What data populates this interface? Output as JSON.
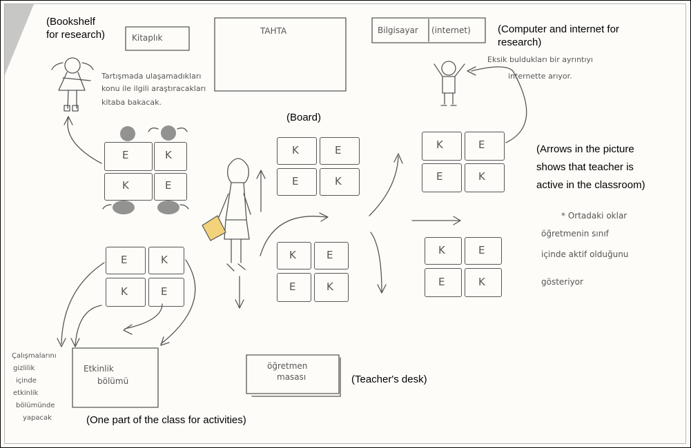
{
  "labels": {
    "bookshelf_hw": "Kitaplık",
    "bookshelf_tr": [
      "(Bookshelf",
      "for research)"
    ],
    "board_hw": "TAHTA",
    "board_tr": "(Board)",
    "computer_hw": [
      "Bilgisayar",
      "(internet)"
    ],
    "computer_tr": [
      "(Computer and internet for",
      "research)"
    ],
    "teacher_desk_hw": [
      "öğretmen",
      "masası"
    ],
    "teacher_desk_tr": "(Teacher's desk)",
    "activities_hw": [
      "Etkinlik",
      "bölümü"
    ],
    "activities_tr": "(One part of the class for activities)",
    "arrows_tr": [
      "(Arrows in the picture",
      "shows that teacher is",
      "active in the classroom)"
    ]
  },
  "notes": {
    "books_hw": [
      "Tartışmada ulaşamadıkları",
      "konu ile ilgili araştıracakları",
      "kitaba bakacak."
    ],
    "internet_hw": [
      "Eksik buldukları bir ayrıntıyı",
      "internette arıyor."
    ],
    "arrows_hw": [
      "* Ortadaki oklar",
      "öğretmenin sınıf",
      "içinde aktif olduğunu",
      "gösteriyor"
    ],
    "activity_hw": [
      "Çalışmalarını",
      "gizlilik",
      "içinde",
      "etkinlik",
      "bölümünde",
      "yapacak"
    ]
  },
  "desk_groups": [
    {
      "cells": [
        "E",
        "K",
        "K",
        "E"
      ]
    },
    {
      "cells": [
        "K",
        "E",
        "E",
        "K"
      ]
    },
    {
      "cells": [
        "K",
        "E",
        "E",
        "K"
      ]
    },
    {
      "cells": [
        "E",
        "K",
        "K",
        "E"
      ]
    },
    {
      "cells": [
        "K",
        "E",
        "E",
        "K"
      ]
    },
    {
      "cells": [
        "K",
        "E",
        "E",
        "K"
      ]
    }
  ],
  "colors": {
    "pencil": "#555555",
    "ink": "#000000",
    "paper": "#fdfcf8"
  }
}
